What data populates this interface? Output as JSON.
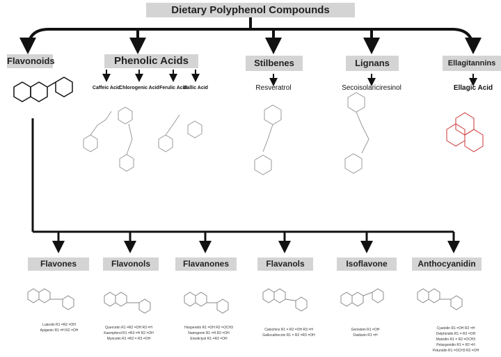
{
  "title": "Dietary Polyphenol Compounds",
  "classes": [
    "Flavonoids",
    "Phenolic Acids",
    "Stilbenes",
    "Lignans",
    "Ellagitannins"
  ],
  "phenolic_acids": [
    "Caffeic Acid",
    "Chlorogenic Acid",
    "Ferulic Acid",
    "Gallic Acid"
  ],
  "examples": {
    "stilbenes": "Resveratrol",
    "lignans": "Secoisolariciresinol",
    "ellagitannins": "Ellagic Acid"
  },
  "subclasses": [
    {
      "name": "Flavones",
      "compounds": [
        "Luteolin R1 =R2 =OH",
        "Apigenin R1 =H R2 =OH"
      ]
    },
    {
      "name": "Flavonols",
      "compounds": [
        "Quercetin R1 =R2 =OH R3 =H",
        "Kaempferol R1 =R3 =H R2 =OH",
        "Myricetin R1 =R2 = R3 =OH"
      ]
    },
    {
      "name": "Flavanones",
      "compounds": [
        "Hesperetin R1 =OH R2 =OCH3",
        "Naringenin R1 =H R2 =OH",
        "Eriodictyol R1 =R2 =OH"
      ]
    },
    {
      "name": "Flavanols",
      "compounds": [
        "Catechins R1 = R2 =OH R3 =H",
        "Gallocathecnin R1 = R2 =R3 =OH"
      ]
    },
    {
      "name": "Isoflavone",
      "compounds": [
        "Genistein R1 =OH",
        "Daidzein R1 =H"
      ]
    },
    {
      "name": "Anthocyanidin",
      "compounds": [
        "Cyanidin R1 =OH R2 =H",
        "Delphinidin R1 = R2 =OH",
        "Malvidin R1 = R2 =OCH3",
        "Pelargonidin R1 = R2 =H",
        "Petunidin R1 =OCH3 R2 =OH"
      ]
    }
  ]
}
